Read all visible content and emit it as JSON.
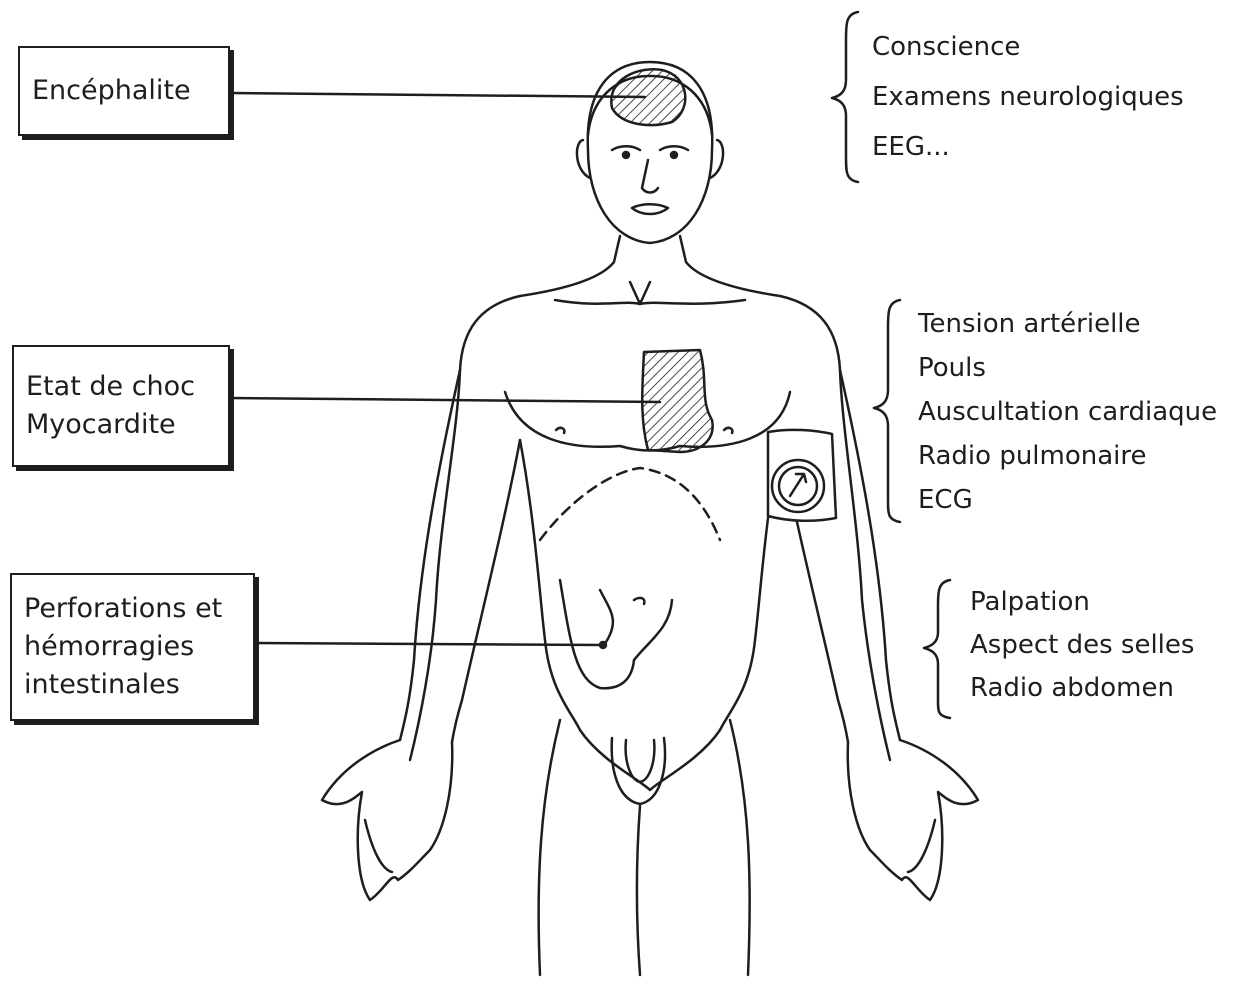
{
  "callouts": {
    "encephalitis": {
      "lines": [
        "Encéphalite"
      ]
    },
    "shock": {
      "lines": [
        "Etat de choc",
        "Myocardite"
      ]
    },
    "intestinal": {
      "lines": [
        "Perforations et",
        "hémorragies",
        "intestinales"
      ]
    }
  },
  "exams": {
    "head": [
      "Conscience",
      "Examens neurologiques",
      "EEG..."
    ],
    "chest": [
      "Tension artérielle",
      "Pouls",
      "Auscultation cardiaque",
      "Radio pulmonaire",
      "ECG"
    ],
    "abdomen": [
      "Palpation",
      "Aspect des selles",
      "Radio abdomen"
    ]
  },
  "colors": {
    "ink": "#1e1e1e",
    "paper": "#ffffff"
  }
}
